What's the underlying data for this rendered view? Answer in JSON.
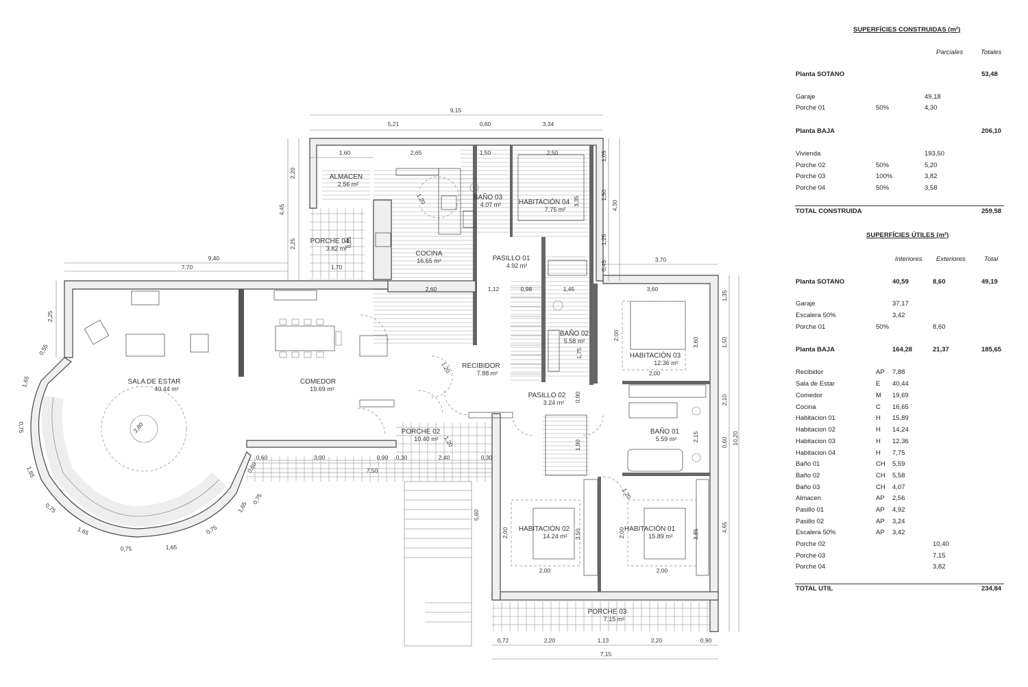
{
  "rooms": {
    "almacen": {
      "name": "ALMACEN",
      "area": "2.56 m²"
    },
    "cocina": {
      "name": "COCINA",
      "area": "16.65 m²"
    },
    "bano03": {
      "name": "BAÑO 03",
      "area": "4.07 m²"
    },
    "hab04": {
      "name": "HABITACIÓN 04",
      "area": "7.75 m²"
    },
    "porche04": {
      "name": "PORCHE 04",
      "area": "3.82 m²"
    },
    "pasillo01": {
      "name": "PASILLO 01",
      "area": "4.92 m²"
    },
    "sala": {
      "name": "SALA DE ESTAR",
      "area": "40.44 m²"
    },
    "comedor": {
      "name": "COMEDOR",
      "area": "19.69 m²"
    },
    "recibidor": {
      "name": "RECIBIDOR",
      "area": "7.88 m²"
    },
    "bano02": {
      "name": "BAÑO 02",
      "area": "5.58 m²"
    },
    "hab03": {
      "name": "HABITACIÓN 03",
      "area": "12.36 m²"
    },
    "pasillo02": {
      "name": "PASILLO 02",
      "area": "3.24 m²"
    },
    "bano01": {
      "name": "BAÑO 01",
      "area": "5.59 m²"
    },
    "porche02": {
      "name": "PORCHE 02",
      "area": "10.40 m²"
    },
    "hab02": {
      "name": "HABITACIÓN 02",
      "area": "14.24 m²"
    },
    "hab01": {
      "name": "HABITACIÓN 01",
      "area": "15.89 m²"
    },
    "porche03": {
      "name": "PORCHE 03",
      "area": "7.15 m²"
    }
  },
  "dims": {
    "d_915": "9,15",
    "d_521": "5,21",
    "d_060": "0,60",
    "d_334": "3,34",
    "d_160": "1,60",
    "d_265": "2,65",
    "d_150a": "1,50",
    "d_250": "2,50",
    "d_220a": "2,20",
    "d_445": "4,45",
    "d_225a": "2,25",
    "d_940": "9,40",
    "d_770": "7,70",
    "d_170": "1,70",
    "d_105": "1,05",
    "d_150b": "1,50",
    "d_430": "4,30",
    "d_125": "1,25",
    "d_335": "3,35",
    "d_370": "3,70",
    "d_260": "2,60",
    "d_112": "1,12",
    "d_098": "0,98",
    "d_145": "1,45",
    "d_360": "3,60",
    "d_135": "1,35",
    "d_225b": "2,25",
    "d_200a": "2,00",
    "d_360b": "3,60",
    "d_150c": "1,50",
    "d_200b": "2,00",
    "d_175": "1,75",
    "d_090": "0,90",
    "d_210": "2,10",
    "d_1020": "10,20",
    "d_215": "2,15",
    "d_060b": "0,60",
    "d_190": "1,90",
    "d_060c": "0,60",
    "d_300": "3,00",
    "d_090b": "0,90",
    "d_030": "0,30",
    "d_240": "2,40",
    "d_030b": "0,30",
    "d_750": "7,50",
    "d_280": "2,80",
    "d_120a": "1,20",
    "d_120b": "1,20",
    "d_120c": "1,20",
    "d_120d": "1,20",
    "d_560": "5,60",
    "d_465": "4,65",
    "d_200c": "2,00",
    "d_350": "3,50",
    "d_200d": "2,00",
    "d_200e": "2,00",
    "d_385": "3,85",
    "d_200f": "2,00",
    "d_072": "0,72",
    "d_220b": "2,20",
    "d_113": "1,13",
    "d_220c": "2,20",
    "d_090c": "0,90",
    "d_715": "7,15",
    "d_055": "0,55",
    "d_165a": "1,65",
    "d_075a": "0,75",
    "d_165b": "1,65",
    "d_075b": "0,75",
    "d_165c": "1,65",
    "d_075c": "0,75",
    "d_165d": "1,65",
    "d_075d": "0,75",
    "d_165e": "1,65",
    "d_085": "0,85",
    "d_045": "0,45",
    "d_060d": "0,60",
    "d_075e": "0,75"
  },
  "construidas": {
    "title": "SUPERFÍCIES CONSTRUIDAS (m²)",
    "col_parciales": "Parciales",
    "col_totales": "Totales",
    "rows": [
      {
        "label": "Planta SOTANO",
        "pct": "",
        "parcial": "",
        "total": "53,48",
        "bold": true
      },
      {
        "label": "Garaje",
        "pct": "",
        "parcial": "49,18",
        "total": "",
        "bold": false
      },
      {
        "label": "Porche 01",
        "pct": "50%",
        "parcial": "4,30",
        "total": "",
        "bold": false
      },
      {
        "label": "Planta BAJA",
        "pct": "",
        "parcial": "",
        "total": "206,10",
        "bold": true
      },
      {
        "label": "Vivienda",
        "pct": "",
        "parcial": "193,50",
        "total": "",
        "bold": false
      },
      {
        "label": "Porche 02",
        "pct": "50%",
        "parcial": "5,20",
        "total": "",
        "bold": false
      },
      {
        "label": "Porche 03",
        "pct": "100%",
        "parcial": "3,82",
        "total": "",
        "bold": false
      },
      {
        "label": "Porche 04",
        "pct": "50%",
        "parcial": "3,58",
        "total": "",
        "bold": false
      }
    ],
    "total_label": "TOTAL CONSTRUIDA",
    "total_value": "259,58"
  },
  "utiles": {
    "title": "SUPERFÍCIES ÚTILES (m²)",
    "col_interiores": "Interiores",
    "col_exteriores": "Exteriores",
    "col_total": "Total",
    "rows": [
      {
        "label": "Planta SOTANO",
        "code": "",
        "int": "40,59",
        "ext": "8,60",
        "total": "49,19",
        "bold": true
      },
      {
        "label": "Garaje",
        "code": "",
        "int": "37,17",
        "ext": "",
        "total": "",
        "bold": false
      },
      {
        "label": "Escalera 50%",
        "code": "",
        "int": "3,42",
        "ext": "",
        "total": "",
        "bold": false
      },
      {
        "label": "Porche 01",
        "code": "50%",
        "int": "",
        "ext": "8,60",
        "total": "",
        "bold": false
      },
      {
        "label": "Planta  BAJA",
        "code": "",
        "int": "164,28",
        "ext": "21,37",
        "total": "185,65",
        "bold": true
      },
      {
        "label": "Recibidor",
        "code": "AP",
        "int": "7,88",
        "ext": "",
        "total": "",
        "bold": false
      },
      {
        "label": "Sala de Estar",
        "code": "E",
        "int": "40,44",
        "ext": "",
        "total": "",
        "bold": false
      },
      {
        "label": "Comedor",
        "code": "M",
        "int": "19,69",
        "ext": "",
        "total": "",
        "bold": false
      },
      {
        "label": "Cocina",
        "code": "C",
        "int": "16,65",
        "ext": "",
        "total": "",
        "bold": false
      },
      {
        "label": "Habitacion 01",
        "code": "H",
        "int": "15,89",
        "ext": "",
        "total": "",
        "bold": false
      },
      {
        "label": "Habitacion 02",
        "code": "H",
        "int": "14,24",
        "ext": "",
        "total": "",
        "bold": false
      },
      {
        "label": "Habitacion 03",
        "code": "H",
        "int": "12,36",
        "ext": "",
        "total": "",
        "bold": false
      },
      {
        "label": "Habitacion 04",
        "code": "H",
        "int": "7,75",
        "ext": "",
        "total": "",
        "bold": false
      },
      {
        "label": "Baño 01",
        "code": "CH",
        "int": "5,59",
        "ext": "",
        "total": "",
        "bold": false
      },
      {
        "label": "Baño 02",
        "code": "CH",
        "int": "5,58",
        "ext": "",
        "total": "",
        "bold": false
      },
      {
        "label": "Baño 03",
        "code": "CH",
        "int": "4,07",
        "ext": "",
        "total": "",
        "bold": false
      },
      {
        "label": "Almacen",
        "code": "AP",
        "int": "2,56",
        "ext": "",
        "total": "",
        "bold": false
      },
      {
        "label": "Pasillo 01",
        "code": "AP",
        "int": "4,92",
        "ext": "",
        "total": "",
        "bold": false
      },
      {
        "label": "Pasillo 02",
        "code": "AP",
        "int": "3,24",
        "ext": "",
        "total": "",
        "bold": false
      },
      {
        "label": "Escalera 50%",
        "code": "AP",
        "int": "3,42",
        "ext": "",
        "total": "",
        "bold": false
      },
      {
        "label": "Porche 02",
        "code": "",
        "int": "",
        "ext": "10,40",
        "total": "",
        "bold": false
      },
      {
        "label": "Porche 03",
        "code": "",
        "int": "",
        "ext": "7,15",
        "total": "",
        "bold": false
      },
      {
        "label": "Porche 04",
        "code": "",
        "int": "",
        "ext": "3,82",
        "total": "",
        "bold": false
      }
    ],
    "total_label": "TOTAL UTIL",
    "total_value": "234,84"
  }
}
